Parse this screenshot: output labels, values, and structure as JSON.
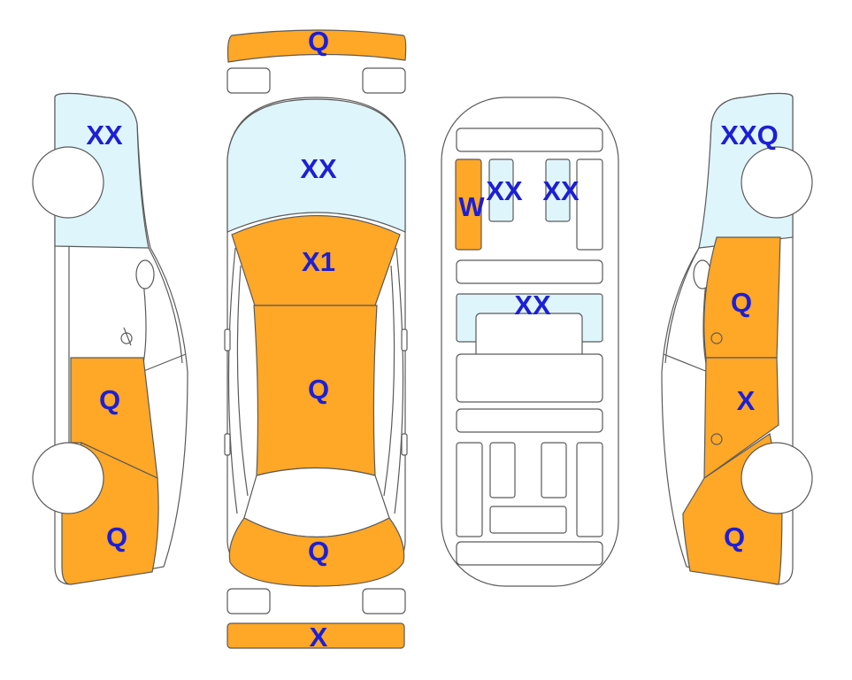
{
  "colors": {
    "damaged": "#ffa726",
    "glass": "#dff5fc",
    "body": "#ffffff",
    "outline": "#5a5a5a",
    "code_text": "#1c1fd6"
  },
  "codes": {
    "front_bumper": "Q",
    "rear_bumper": "X",
    "windshield": "XX",
    "hood": "X1",
    "roof": "Q",
    "trunk": "Q",
    "seat_driver": "XX",
    "seat_passenger": "XX",
    "console": "W",
    "rear_seat": "XX",
    "left_glass": "XX",
    "left_rear_door": "Q",
    "left_rear_quarter": "Q",
    "right_glass": "XXQ",
    "right_front_door": "Q",
    "right_rear_door": "X",
    "right_rear_quarter": "Q"
  }
}
